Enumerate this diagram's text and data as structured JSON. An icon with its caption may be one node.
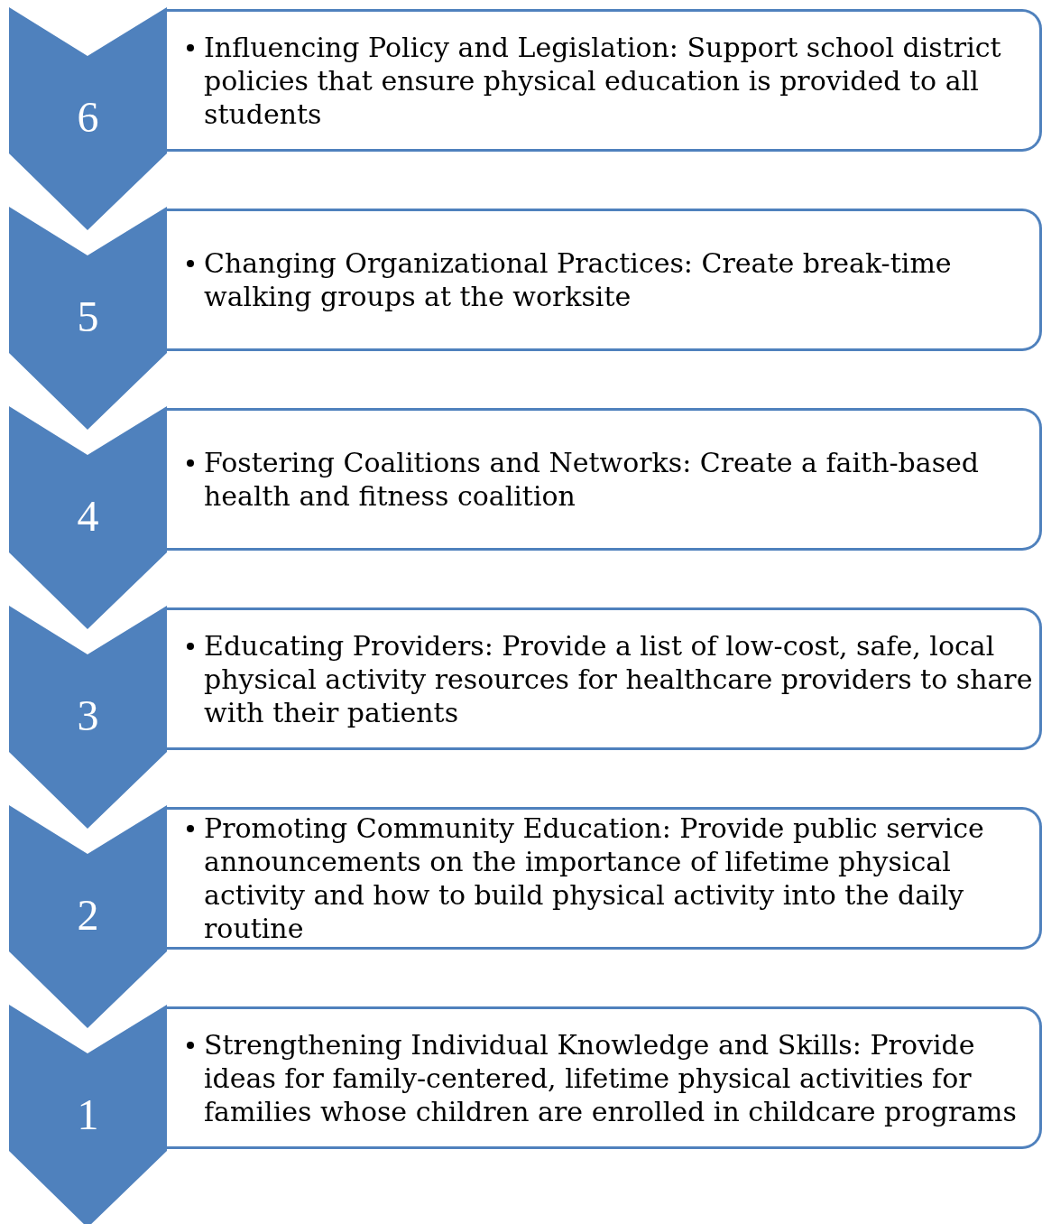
{
  "diagram": {
    "nodes": [
      {
        "text": [
          "6"
        ]
      },
      {
        "text": [
          "Influencing Policy and Legislation: Support school district policies that ensure physical education is provided to all students"
        ]
      },
      {
        "text": [
          "5"
        ]
      },
      {
        "text": [
          "Changing Organizational Practices: Create break-time walking groups at the worksite"
        ]
      },
      {
        "text": [
          "4"
        ]
      },
      {
        "text": [
          "Fostering Coalitions and Networks: Create a faith-based health and fitness coalition"
        ]
      },
      {
        "text": [
          "3"
        ]
      },
      {
        "text": [
          "Educating Providers: Provide a list of low-cost, safe, local physical activity resources for healthcare providers to share with their patients"
        ]
      },
      {
        "text": [
          "2"
        ]
      },
      {
        "text": [
          "Promoting Community Education: Provide public service announcements on the importance of lifetime physical activity and how to build physical activity into the daily routine"
        ]
      },
      {
        "text": [
          "1"
        ]
      },
      {
        "text": [
          "Strengthening Individual Knowledge and Skills: Provide ideas for family-centered, lifetime physical activities for families whose children are enrolled in childcare programs"
        ]
      }
    ]
  }
}
